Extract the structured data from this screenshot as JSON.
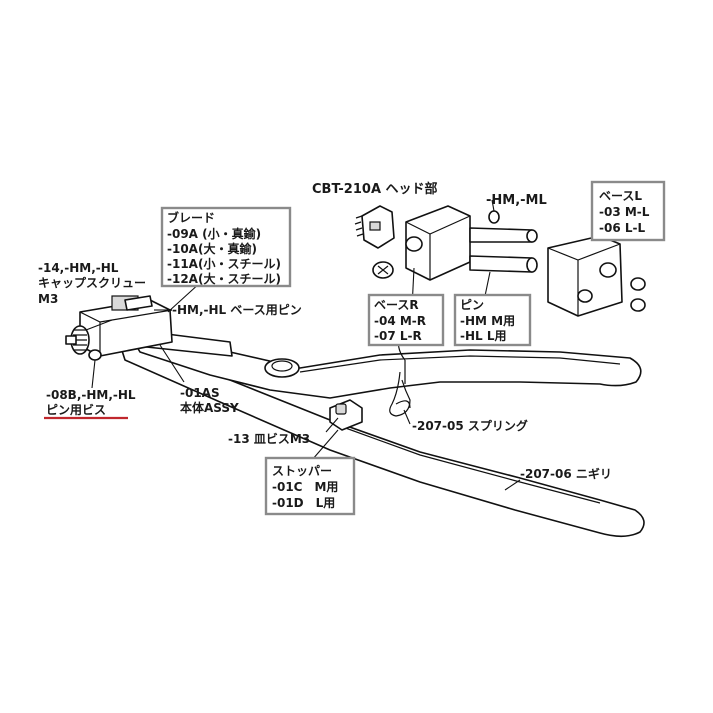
{
  "labels": {
    "head_title": "CBT-210A ヘッド部",
    "hm_ml": "-HM,-ML",
    "base_l": [
      "ベースL",
      "-03 M-L",
      "-06 L-L"
    ],
    "blade": [
      "ブレード",
      "-09A (小・真鍮)",
      "-10A(大・真鍮)",
      "-11A(小・スチール)",
      "-12A(大・スチール)"
    ],
    "cap_screw": [
      "-14,-HM,-HL",
      "キャップスクリュー",
      "M3"
    ],
    "base_pin": "-HM,-HL ベース用ピン",
    "base_r": [
      "ベースR",
      "-04 M-R",
      "-07 L-R"
    ],
    "pin": [
      "ピン",
      "-HM M用",
      "-HL L用"
    ],
    "pin_screw": [
      "-08B,-HM,-HL",
      "ピン用ビス"
    ],
    "body": [
      "-01AS",
      "本体ASSY"
    ],
    "spring": "-207-05 スプリング",
    "flat_screw": "-13 皿ビスM3",
    "stopper": [
      "ストッパー",
      "-01C　M用",
      "-01D　L用"
    ],
    "grip": "-207-06 ニギリ"
  },
  "colors": {
    "highlight_underline": "#c0272d",
    "callout_box_border": "#8a8a8a",
    "line": "#111111"
  }
}
